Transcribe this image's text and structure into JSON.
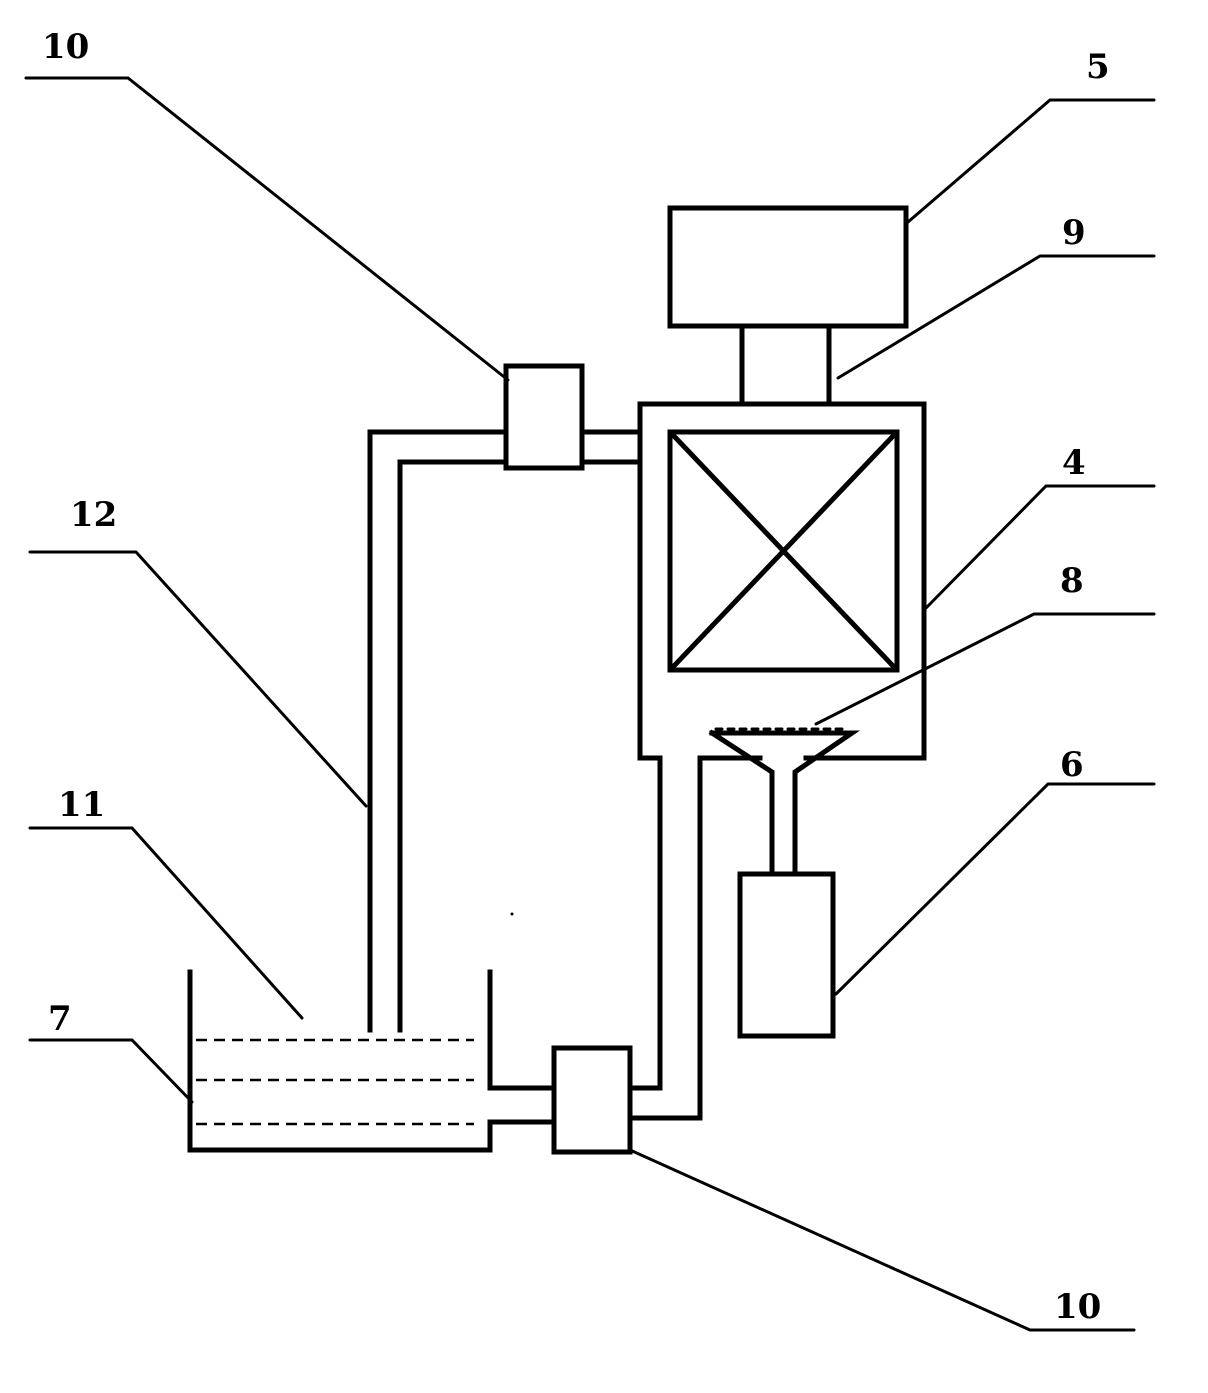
{
  "labels": {
    "valve_top": "10",
    "motor": "5",
    "shaft": "9",
    "vessel": "4",
    "filter": "8",
    "collector": "6",
    "return_pipe": "12",
    "liquid": "11",
    "tank": "7",
    "valve_bottom": "10"
  },
  "colors": {
    "line": "#000000",
    "background": "#ffffff"
  }
}
